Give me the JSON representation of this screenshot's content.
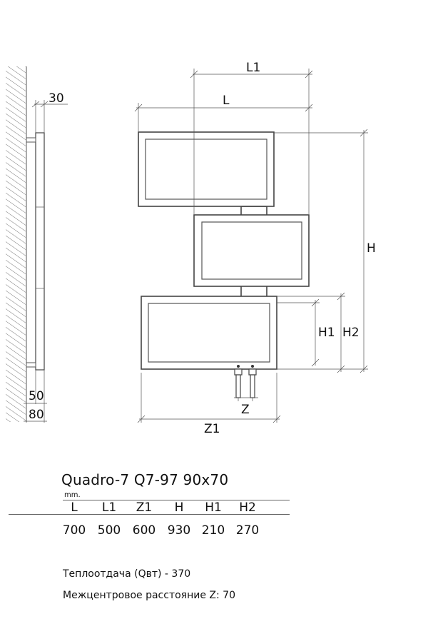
{
  "dimensions": {
    "wall_offset": "30",
    "bracket_1": "50",
    "bracket_2": "80",
    "L": "L",
    "L1": "L1",
    "H": "H",
    "H1": "H1",
    "H2": "H2",
    "Z": "Z",
    "Z1": "Z1"
  },
  "spec": {
    "model": "Quadro-7  Q7-97  90x70",
    "unit": "mm.",
    "headers": [
      "L",
      "L1",
      "Z1",
      "H",
      "H1",
      "H2"
    ],
    "values": [
      "700",
      "500",
      "600",
      "930",
      "210",
      "270"
    ],
    "heat_output": "Теплоотдача (Qвт) - 370",
    "center_distance": "Межцентровое расстояние Z: 70"
  }
}
